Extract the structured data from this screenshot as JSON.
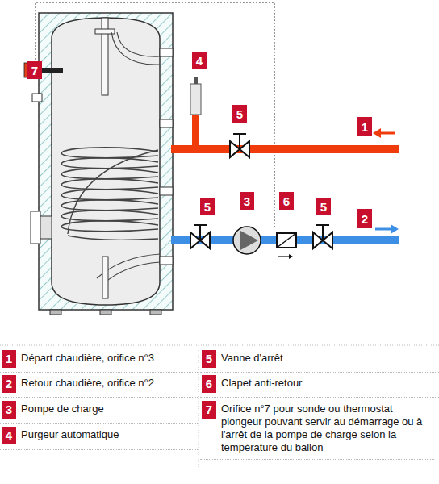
{
  "diagram": {
    "nodes": [
      {
        "text": [
          "7"
        ]
      },
      {
        "text": [
          "4"
        ]
      },
      {
        "text": [
          "5"
        ]
      },
      {
        "text": [
          "1"
        ]
      },
      {
        "text": [
          "5"
        ]
      },
      {
        "text": [
          "3"
        ]
      },
      {
        "text": [
          "6"
        ]
      },
      {
        "text": [
          "5"
        ]
      },
      {
        "text": [
          "2"
        ]
      },
      {
        "text": [
          "1",
          "Départ chaudière, orifice n°3"
        ]
      },
      {
        "text": [
          "2",
          "Retour chaudière, orifice n°2"
        ]
      },
      {
        "text": [
          "3",
          "Pompe de charge"
        ]
      },
      {
        "text": [
          "4",
          "Purgeur automatique"
        ]
      },
      {
        "text": [
          "5",
          "Vanne d'arrêt"
        ]
      },
      {
        "text": [
          "6",
          "Clapet anti-retour"
        ]
      },
      {
        "text": [
          "7",
          "Orifice n°7 pour sonde ou thermostat plongeur pouvant servir au démarrage ou à l'arrêt de la pompe de charge selon la température du ballon"
        ]
      }
    ]
  }
}
